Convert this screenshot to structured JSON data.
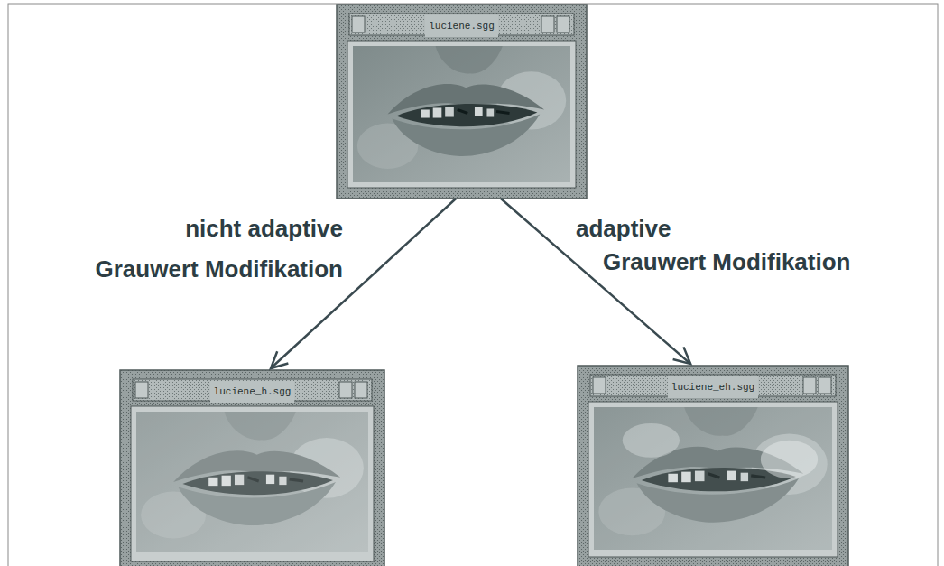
{
  "diagram": {
    "nodes": [
      {
        "text": [
          "luciene.sgg"
        ]
      },
      {
        "text": [
          "luciene_h.sgg"
        ]
      },
      {
        "text": [
          "luciene_eh.sgg"
        ]
      }
    ],
    "edges": [
      {
        "from": 0,
        "to": 1,
        "arrow": "to",
        "label": "nicht adaptive Grauwert Modifikation"
      },
      {
        "from": 0,
        "to": 2,
        "arrow": "to",
        "label": "adaptive Grauwert Modifikation"
      }
    ]
  }
}
